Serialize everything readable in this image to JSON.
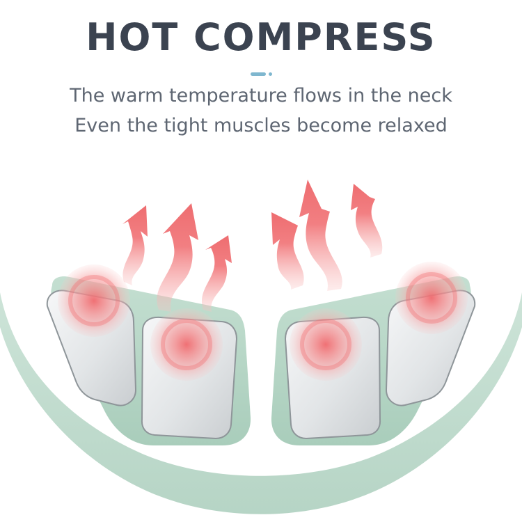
{
  "header": {
    "title": "HOT COMPRESS",
    "subtitle_line1": "The warm temperature flows in the neck",
    "subtitle_line2": "Even the tight muscles become relaxed"
  },
  "icons": {
    "heat_arrow": "upward-wavy-arrow-icon",
    "heat_zone": "concentric-heat-circle-icon"
  },
  "colors": {
    "title": "#3b4350",
    "subtitle": "#5e6672",
    "accent": "#7fb7cf",
    "device_body": "#b8d7c8",
    "pad": "#e9ecee",
    "heat": "#f1797c"
  }
}
